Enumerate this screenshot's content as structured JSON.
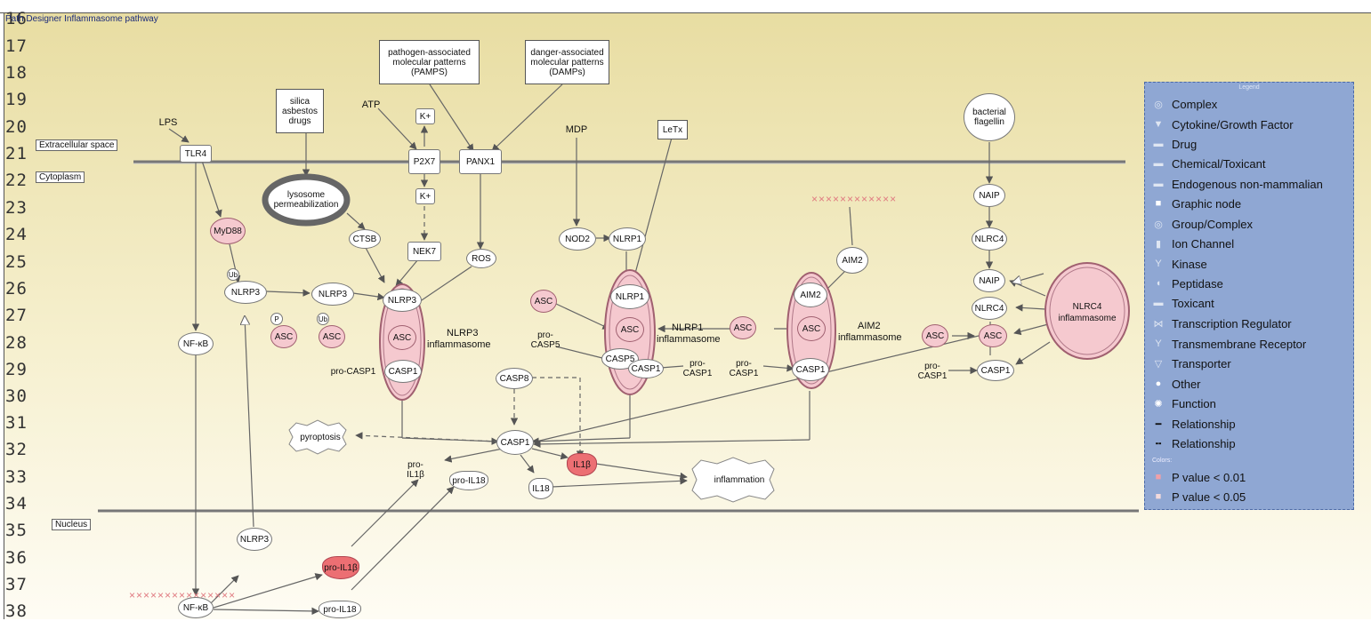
{
  "panel_title": "Path Designer Inflammasome pathway",
  "line_numbers": [
    "16",
    "17",
    "18",
    "19",
    "20",
    "21",
    "22",
    "23",
    "24",
    "25",
    "26",
    "27",
    "28",
    "29",
    "30",
    "31",
    "32",
    "33",
    "34",
    "35",
    "36",
    "37",
    "38"
  ],
  "compartments": {
    "extracellular": "Extracellular space",
    "cytoplasm": "Cytoplasm",
    "nucleus": "Nucleus"
  },
  "nodes": {
    "pamps": [
      "pathogen-associated",
      "molecular patterns",
      "(PAMPS)"
    ],
    "damps": [
      "danger-associated",
      "molecular patterns",
      "(DAMPs)"
    ],
    "silica": [
      "silica",
      "asbestos",
      "drugs"
    ],
    "atp": "ATP",
    "kplus_top": "K+",
    "kplus_bottom": "K+",
    "lps": "LPS",
    "tlr4": "TLR4",
    "myd88": "MyD88",
    "nfkb_cyto": "NF-κB",
    "p2x7": "P2X7",
    "panx1": "PANX1",
    "nek7": "NEK7",
    "ctsb": "CTSB",
    "ros": "ROS",
    "lysosome": [
      "lysosome",
      "permeabilization"
    ],
    "mdp": "MDP",
    "letx": "LeTx",
    "nod2": "NOD2",
    "nlrp1": "NLRP1",
    "bacterial_flagellin": [
      "bacterial",
      "flagellin"
    ],
    "naip_top": "NAIP",
    "nlrc4_top": "NLRC4",
    "naip_mid": "NAIP",
    "nlrc4_mid": "NLRC4",
    "aim2": "AIM2",
    "ub_a": "Ub",
    "ub_b": "Ub",
    "p": "P",
    "nlrp3_a": "NLRP3",
    "nlrp3_b": "NLRP3",
    "nlrp3_c": "NLRP3",
    "asc_1": "ASC",
    "asc_2": "ASC",
    "asc_3": "ASC",
    "asc_4": "ASC",
    "asc_5": "ASC",
    "asc_6": "ASC",
    "asc_7": "ASC",
    "asc_8": "ASC",
    "asc_9": "ASC",
    "nlrp3_inflammasome": [
      "NLRP3",
      "inflammasome"
    ],
    "nlrp1_inflammasome": [
      "NLRP1",
      "inflammasome"
    ],
    "aim2_inflammasome": [
      "AIM2",
      "inflammasome"
    ],
    "nlrc4_inflammasome": [
      "NLRC4",
      "inflammasome"
    ],
    "procasp1_a": "pro-CASP1",
    "casp1_a": "CASP1",
    "procasp5": [
      "pro-",
      "CASP5"
    ],
    "casp5": "CASP5",
    "casp1_b": "CASP1",
    "nlrp1_in": "NLRP1",
    "procasp1_b": [
      "pro-",
      "CASP1"
    ],
    "procasp1_c": [
      "pro-",
      "CASP1"
    ],
    "aim2_in": "AIM2",
    "casp1_c": "CASP1",
    "procasp1_d": [
      "pro-",
      "CASP1"
    ],
    "casp1_d": "CASP1",
    "casp8": "CASP8",
    "casp1_center": "CASP1",
    "pyroptosis": "pyroptosis",
    "inflammation": "inflammation",
    "pro_il1b_cyto": "pro-IL1β",
    "pro_il18_cyto": "pro-IL18",
    "il1b": "IL1β",
    "il18": "IL18",
    "nlrp3_nuc": "NLRP3",
    "pro_il1b_nuc": "pro-IL1β",
    "pro_il18_nuc": "pro-IL18",
    "nfkb_nuc": "NF-κB"
  },
  "legend": {
    "title": "Legend",
    "items": [
      {
        "label": "Complex",
        "icon": "complex-icon"
      },
      {
        "label": "Cytokine/Growth Factor",
        "icon": "cytokine-icon"
      },
      {
        "label": "Drug",
        "icon": "drug-icon"
      },
      {
        "label": "Chemical/Toxicant",
        "icon": "chemical-icon"
      },
      {
        "label": "Endogenous non-mammalian",
        "icon": "endogenous-icon"
      },
      {
        "label": "Graphic node",
        "icon": "graphic-node-icon"
      },
      {
        "label": "Group/Complex",
        "icon": "group-complex-icon"
      },
      {
        "label": "Ion Channel",
        "icon": "ion-channel-icon"
      },
      {
        "label": "Kinase",
        "icon": "kinase-icon"
      },
      {
        "label": "Peptidase",
        "icon": "peptidase-icon"
      },
      {
        "label": "Toxicant",
        "icon": "toxicant-icon"
      },
      {
        "label": "Transcription Regulator",
        "icon": "transcription-regulator-icon"
      },
      {
        "label": "Transmembrane Receptor",
        "icon": "transmembrane-receptor-icon"
      },
      {
        "label": "Transporter",
        "icon": "transporter-icon"
      },
      {
        "label": "Other",
        "icon": "other-icon"
      },
      {
        "label": "Function",
        "icon": "function-icon"
      },
      {
        "label": "Relationship",
        "icon": "solid-line-icon"
      },
      {
        "label": "Relationship",
        "icon": "dashed-line-icon"
      }
    ],
    "colors_label": "Colors:",
    "colors": [
      {
        "label": "P value < 0.01",
        "color": "#f0a0a8"
      },
      {
        "label": "P value < 0.05",
        "color": "#f3dadc"
      }
    ]
  },
  "colors": {
    "bg_top": "#e9dfa8",
    "bg_bottom": "#fdfbf1",
    "pink": "#f5c9cf",
    "red": "#ec6f73",
    "legend_bg": "#8fa7d3"
  }
}
